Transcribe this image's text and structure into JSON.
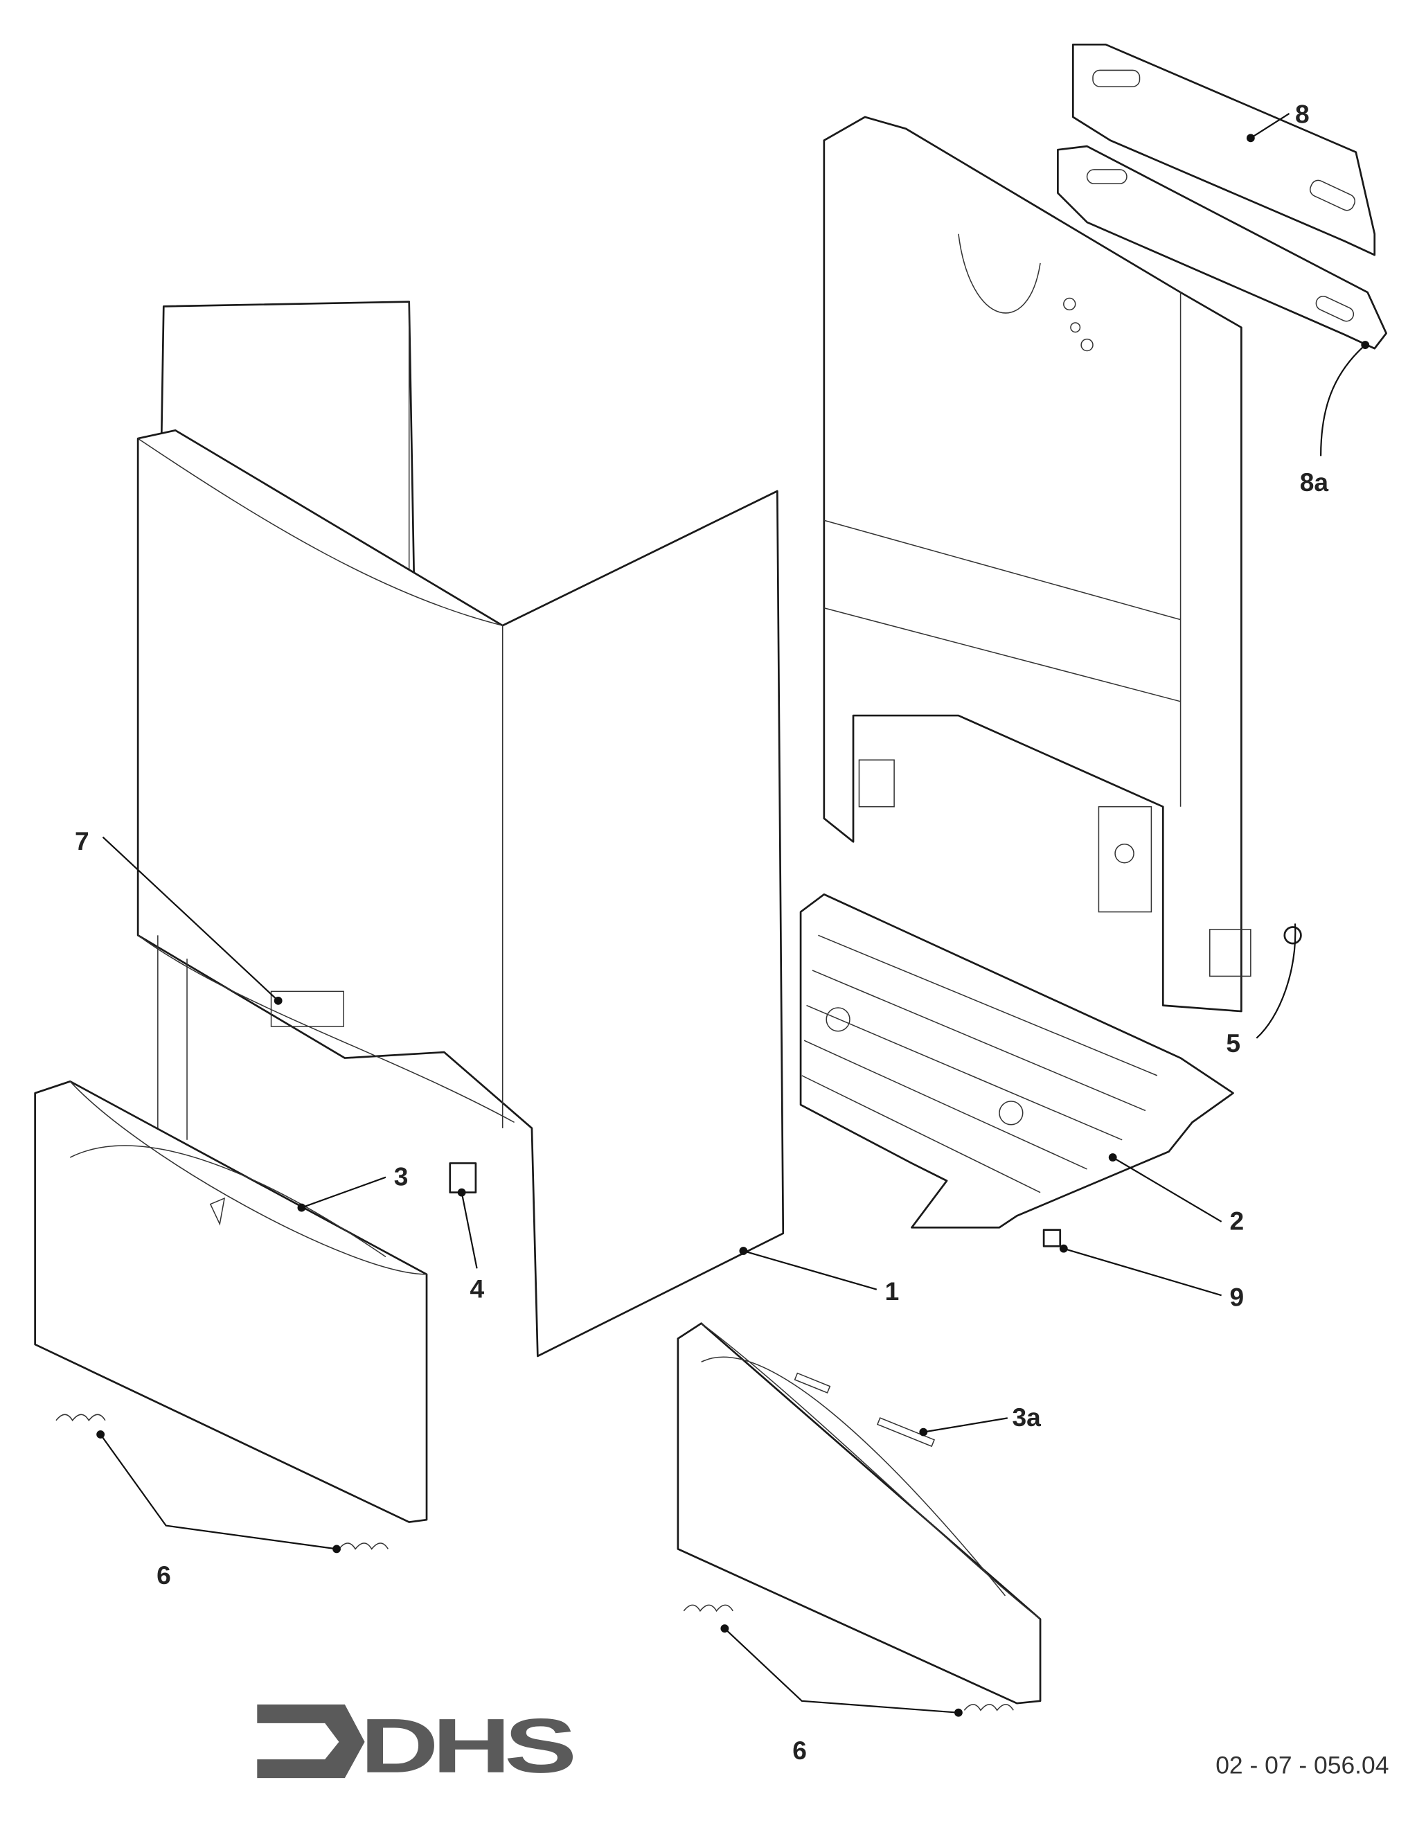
{
  "labels": {
    "l1": "1",
    "l2": "2",
    "l3": "3",
    "l3a": "3a",
    "l4": "4",
    "l5": "5",
    "l6a": "6",
    "l6b": "6",
    "l7": "7",
    "l8": "8",
    "l8a": "8a",
    "l9": "9"
  },
  "logo_text": "DHS",
  "drawing_reference": "02 - 07 - 056.04",
  "colors": {
    "line": "#1a1a1a",
    "logo": "#5a5a5a"
  }
}
